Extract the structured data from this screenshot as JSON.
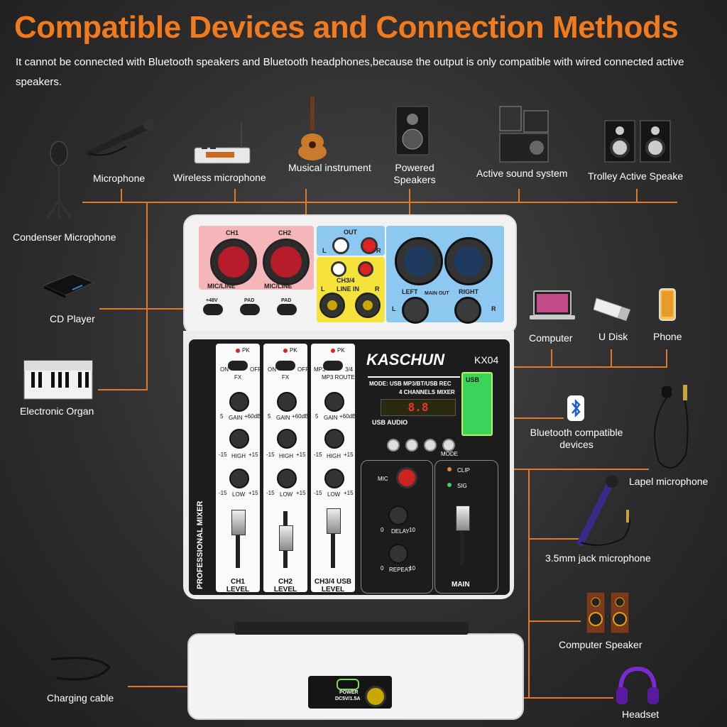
{
  "title": "Compatible Devices and Connection Methods",
  "subtitle": "It cannot be connected with Bluetooth speakers and Bluetooth headphones,because the output is only compatible with wired connected active speakers.",
  "devices": {
    "microphone": "Microphone",
    "wireless_microphone": "Wireless microphone",
    "musical_instrument": "Musical instrument",
    "powered_speakers": "Powered Speakers",
    "active_sound_system": "Active sound system",
    "trolley_active_speaker": "Trolley Active Speake",
    "condenser_microphone": "Condenser Microphone",
    "cd_player": "CD Player",
    "electronic_organ": "Electronic Organ",
    "computer": "Computer",
    "u_disk": "U Disk",
    "phone": "Phone",
    "bluetooth": "Bluetooth compatible devices",
    "lapel_microphone": "Lapel microphone",
    "jack_microphone": "3.5mm jack microphone",
    "computer_speaker": "Computer Speaker",
    "charging_cable": "Charging cable",
    "headset": "Headset"
  },
  "mixer": {
    "ch1": "CH1",
    "ch2": "CH2",
    "mic_line": "MIC/LINE",
    "out": "OUT",
    "ch34": "CH3/4",
    "line_in": "LINE IN",
    "l": "L",
    "r": "R",
    "left": "LEFT",
    "right": "RIGHT",
    "main_out": "MAIN OUT",
    "p48v": "+48V",
    "pad": "PAD",
    "brand": "KASCHUN",
    "model": "KX04",
    "mode": "MODE: USB  MP3/BT/USB REC",
    "channels_mixer": "4 CHANNELS MIXER",
    "usb": "USB",
    "usb_audio": "USB AUDIO",
    "display": "8.8",
    "mode_btn": "MODE",
    "mic": "MIC",
    "clip": "CLIP",
    "sig": "SIG",
    "delay": "DELAY",
    "repeat": "REPEAT",
    "main": "MAIN",
    "pk": "PK",
    "fx": "FX",
    "on": "ON",
    "off": "OFF",
    "mp3": "MP3",
    "s34": "3/4",
    "mp3_route": "MP3 ROUTE",
    "gain": "GAIN",
    "high": "HIGH",
    "low": "LOW",
    "plus60": "+60dB",
    "five": "5",
    "m15": "-15",
    "p15": "+15",
    "zero": "0",
    "ten": "10",
    "professional": "PROFESSIONAL MIXER",
    "ch1_level": [
      "CH1",
      "LEVEL"
    ],
    "ch2_level": [
      "CH2",
      "LEVEL"
    ],
    "ch34_level": [
      "CH3/4 USB",
      "LEVEL"
    ],
    "power": "POWER",
    "dc": "DC5V/1.5A"
  },
  "colors": {
    "accent": "#f07a1e",
    "line": "#e07a2a"
  }
}
